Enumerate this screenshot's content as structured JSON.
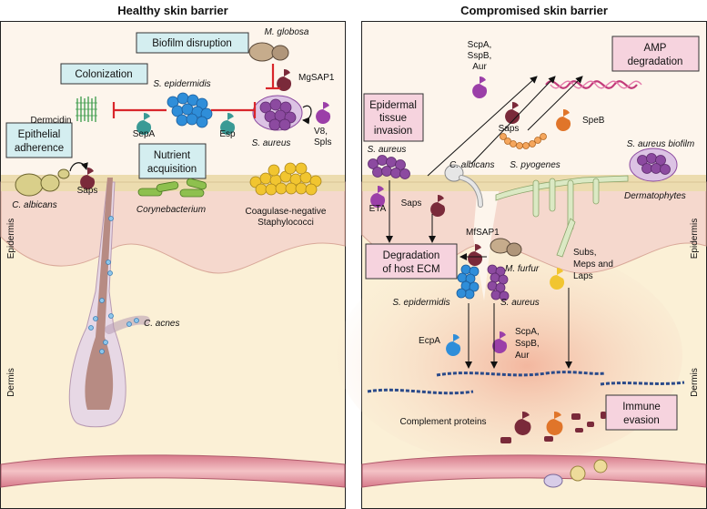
{
  "titles": {
    "left": "Healthy skin barrier",
    "right": "Compromised skin barrier"
  },
  "layers": {
    "epidermis": "Epidermis",
    "dermis": "Dermis"
  },
  "left": {
    "boxes": {
      "biofilm_disruption": "Biofilm disruption",
      "colonization": "Colonization",
      "epithelial_adherence_1": "Epithelial",
      "epithelial_adherence_2": "adherence",
      "nutrient_acquisition_1": "Nutrient",
      "nutrient_acquisition_2": "acquisition"
    },
    "organisms": {
      "m_globosa": "M. globosa",
      "s_epidermidis": "S. epidermidis",
      "s_aureus": "S. aureus",
      "c_albicans": "C. albicans",
      "corynebacterium": "Corynebacterium",
      "coag_neg_1": "Coagulase-negative",
      "coag_neg_2": "Staphylococci",
      "c_acnes": "C. acnes"
    },
    "molecules": {
      "mgsap1": "MgSAP1",
      "dermcidin": "Dermcidin",
      "sepa": "SepA",
      "esp": "Esp",
      "v8": "V8,",
      "spls": "Spls",
      "saps": "Saps"
    }
  },
  "right": {
    "boxes": {
      "amp_1": "AMP",
      "amp_2": "degradation",
      "epidermal_1": "Epidermal",
      "epidermal_2": "tissue",
      "epidermal_3": "invasion",
      "ecm_1": "Degradation",
      "ecm_2": "of host ECM",
      "immune_1": "Immune",
      "immune_2": "evasion"
    },
    "organisms": {
      "s_aureus_top": "S. aureus",
      "c_albicans": "C. albicans",
      "s_pyogenes": "S. pyogenes",
      "s_aureus_biofilm": "S. aureus biofilm",
      "dermatophytes": "Dermatophytes",
      "m_furfur": "M. furfur",
      "s_epidermidis": "S. epidermidis",
      "s_aureus_bottom": "S. aureus"
    },
    "molecules": {
      "scpa_top_1": "ScpA,",
      "scpa_top_2": "SspB,",
      "scpa_top_3": "Aur",
      "saps_top": "Saps",
      "speb": "SpeB",
      "eta": "ETA",
      "saps_mid": "Saps",
      "mfsap1": "MfSAP1",
      "subs_1": "Subs,",
      "subs_2": "Meps and",
      "subs_3": "Laps",
      "ecpa": "EcpA",
      "scpa_bot_1": "ScpA,",
      "scpa_bot_2": "SspB,",
      "scpa_bot_3": "Aur",
      "complement": "Complement proteins"
    }
  },
  "colors": {
    "box_teal": "#d4eef0",
    "box_pink": "#f6d3de",
    "epidermis": "#f6dbd3",
    "dermis": "#fbf1d9",
    "surface": "#efe1b9",
    "s_aureus": "#8c4aa0",
    "s_epidermidis": "#2f8ed9",
    "inhibit_red": "#d9262b",
    "protease_teal": "#3a9a95",
    "protease_maroon": "#7a2a3a"
  }
}
